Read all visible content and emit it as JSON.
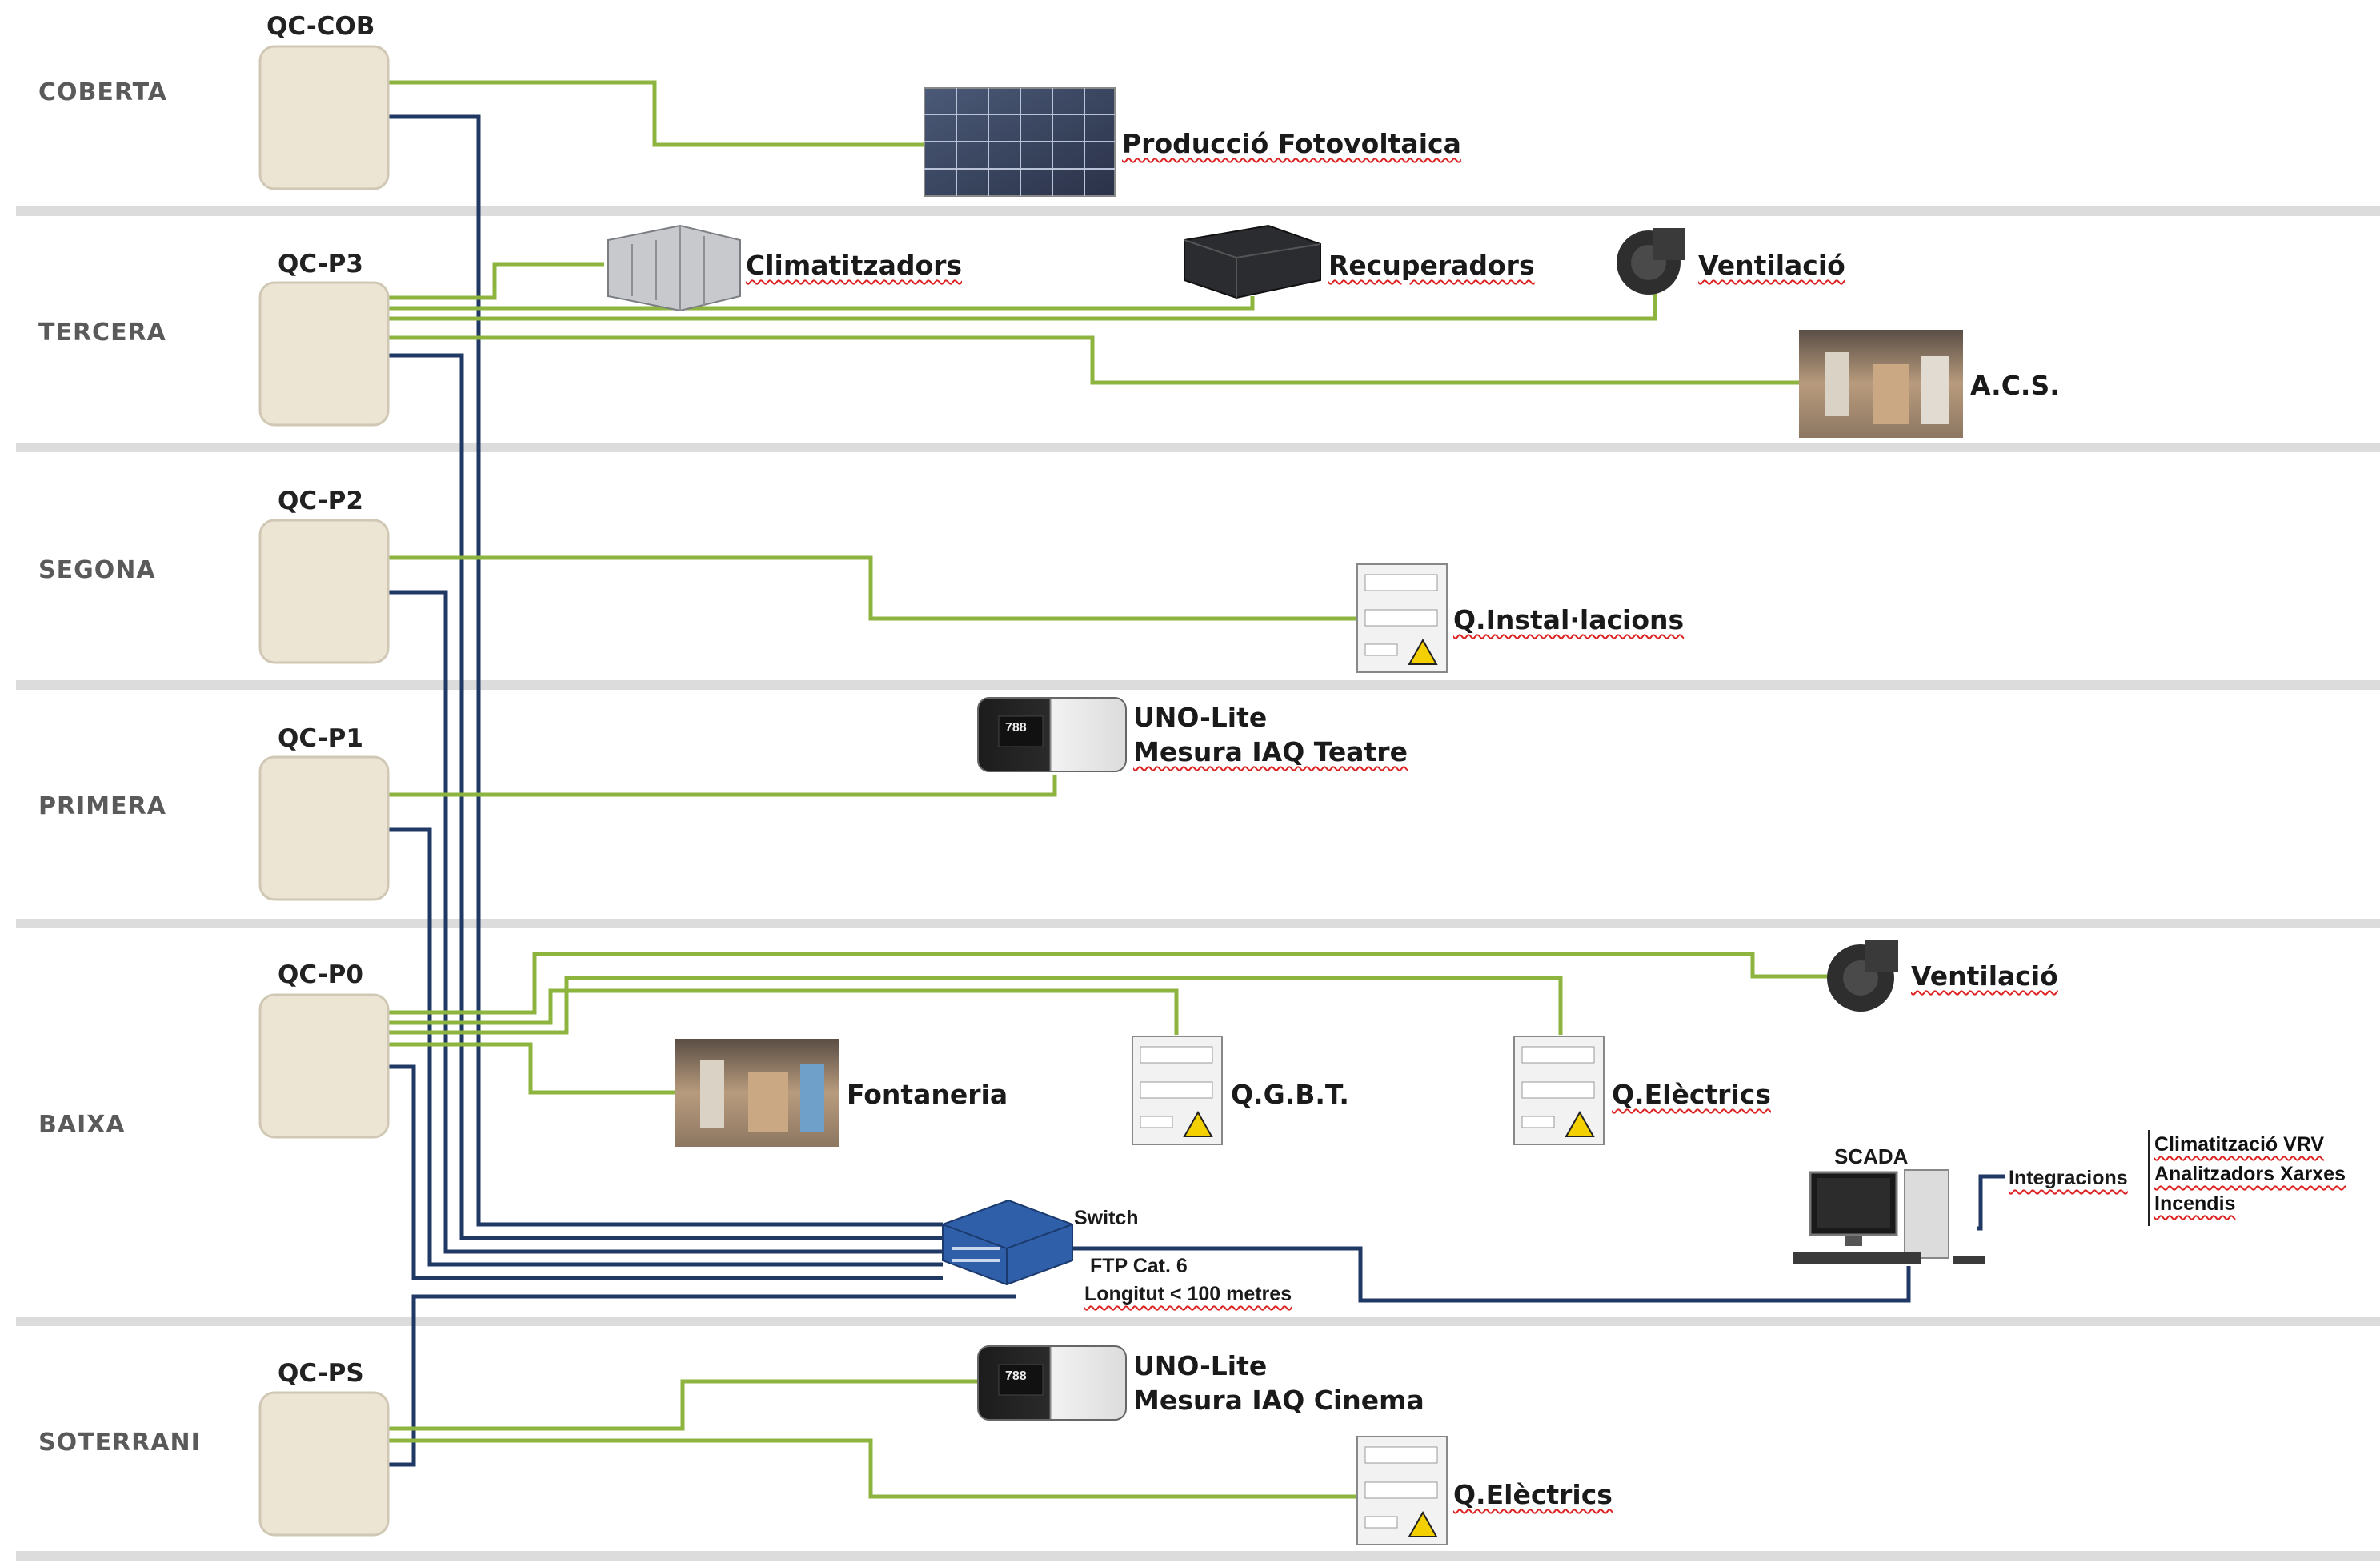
{
  "floors": [
    {
      "id": "coberta",
      "label": "COBERTA",
      "panel": "QC-COB"
    },
    {
      "id": "tercera",
      "label": "TERCERA",
      "panel": "QC-P3"
    },
    {
      "id": "segona",
      "label": "SEGONA",
      "panel": "QC-P2"
    },
    {
      "id": "primera",
      "label": "PRIMERA",
      "panel": "QC-P1"
    },
    {
      "id": "baixa",
      "label": "BAIXA",
      "panel": "QC-P0"
    },
    {
      "id": "soterrani",
      "label": "SOTERRANI",
      "panel": "QC-PS"
    }
  ],
  "devices": {
    "fotovoltaica": "Producció Fotovoltaica",
    "climatitzadors": "Climatitzadors",
    "recuperadors": "Recuperadors",
    "ventilacio_p3": "Ventilació",
    "acs": "A.C.S.",
    "instal_lacions": "Q.Instal·lacions",
    "uno_lite_1": "UNO-Lite",
    "iaq_teatre": "Mesura IAQ Teatre",
    "ventilacio_p0": "Ventilació",
    "fontaneria": "Fontaneria",
    "qgbt": "Q.G.B.T.",
    "electrics_p0": "Q.Elèctrics",
    "uno_lite_2": "UNO-Lite",
    "iaq_cinema": "Mesura IAQ Cinema",
    "electrics_ps": "Q.Elèctrics"
  },
  "network": {
    "switch": "Switch",
    "cable_1": "FTP Cat. 6",
    "cable_2": "Longitut < 100 metres",
    "scada": "SCADA",
    "integracions": "Integracions",
    "integration_items": [
      "Climatització VRV",
      "Analitzadors Xarxes",
      "Incendis"
    ],
    "display_value": "788"
  },
  "colors": {
    "green_line": "#8db43f",
    "blue_line": "#1f3864",
    "panel_fill": "#ece5d3",
    "separator": "#d9d9d9"
  }
}
